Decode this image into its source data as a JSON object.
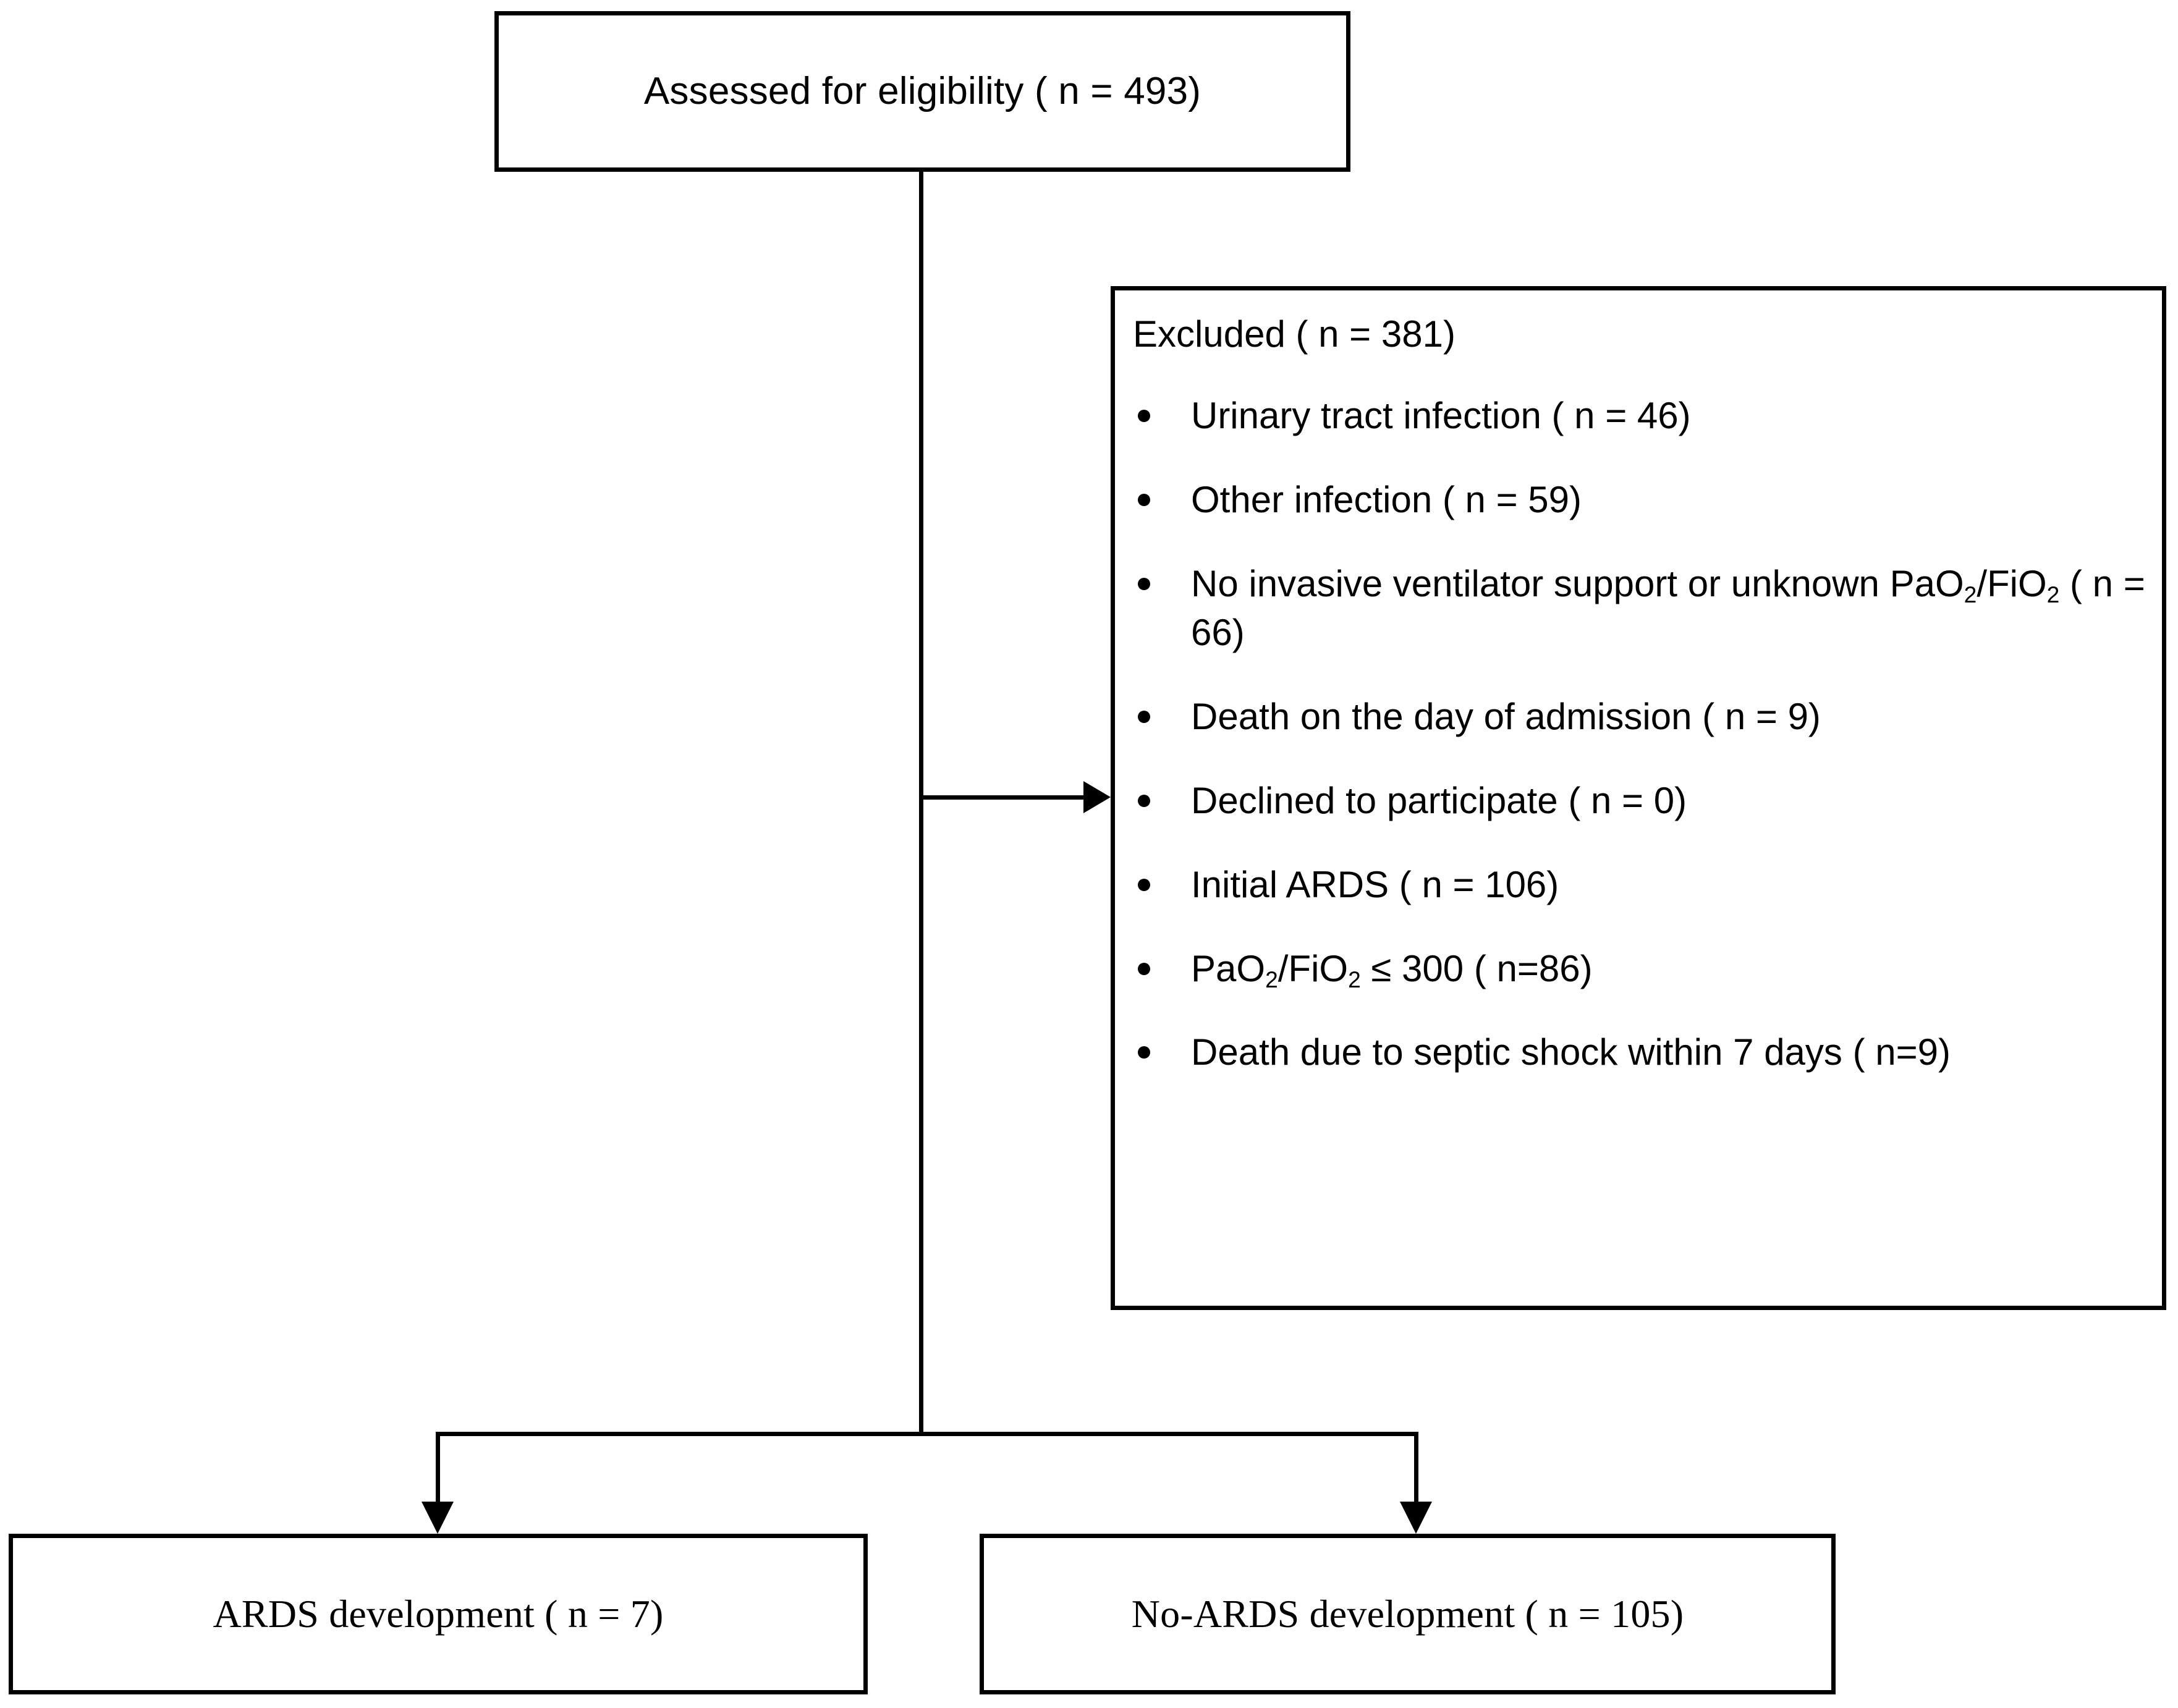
{
  "diagram": {
    "type": "flowchart",
    "title": "Patient enrollment flow diagram",
    "accent_color": "#000000",
    "background_color": "#ffffff"
  },
  "nodes": {
    "assessed": {
      "label": "Assessed for eligibility ( n = 493)",
      "n": 493
    },
    "excluded": {
      "heading": "Excluded ( n = 381)",
      "n": 381,
      "items": [
        {
          "text": "Urinary tract infection ( n = 46)",
          "n": 46
        },
        {
          "text": "Other infection ( n = 59)",
          "n": 59
        },
        {
          "text_pre": "No invasive ventilator support or unknown PaO",
          "sub1": "2",
          "text_mid": "/FiO",
          "sub2": "2",
          "text_post": " ( n = 66)",
          "n": 66
        },
        {
          "text": "Death on the day of admission ( n = 9)",
          "n": 9
        },
        {
          "text": "Declined to participate ( n = 0)",
          "n": 0
        },
        {
          "text": "Initial ARDS ( n = 106)",
          "n": 106
        },
        {
          "text_pre": "PaO",
          "sub1": "2",
          "text_mid": "/FiO",
          "sub2": "2",
          "text_post": " ≤ 300 ( n=86)",
          "n": 86
        },
        {
          "text": "Death due to septic shock within 7 days ( n=9)",
          "n": 9
        }
      ]
    },
    "ards_development": {
      "label": "ARDS development ( n = 7)",
      "n": 7
    },
    "no_ards_development": {
      "label": "No-ARDS development ( n = 105)",
      "n": 105
    }
  },
  "connectors": [
    {
      "name": "assessed-to-split",
      "from": "assessed",
      "to": "split",
      "style": "line"
    },
    {
      "name": "split-to-excluded",
      "from": "trunk",
      "to": "excluded",
      "style": "arrow-right"
    },
    {
      "name": "split-to-ards",
      "from": "split",
      "to": "ards_development",
      "style": "arrow-down"
    },
    {
      "name": "split-to-no-ards",
      "from": "split",
      "to": "no_ards_development",
      "style": "arrow-down"
    }
  ]
}
